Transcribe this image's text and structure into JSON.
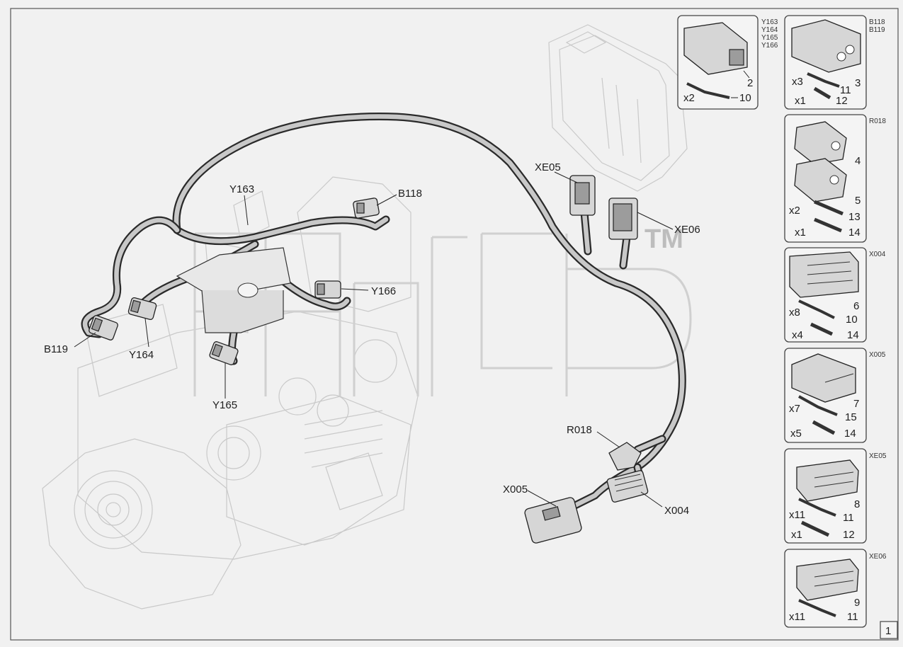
{
  "callouts": {
    "y163": "Y163",
    "b118": "B118",
    "xe05": "XE05",
    "xe06": "XE06",
    "y166": "Y166",
    "b119": "B119",
    "y164": "Y164",
    "y165": "Y165",
    "r018": "R018",
    "x005": "X005",
    "x004": "X004"
  },
  "watermark": {
    "tm": "TM"
  },
  "panels": [
    {
      "tags": [
        "Y163",
        "Y164",
        "Y165",
        "Y166"
      ],
      "items": [
        {
          "qty": "",
          "num": "2"
        },
        {
          "qty": "x2",
          "num": "10"
        }
      ]
    },
    {
      "tags": [
        "B118",
        "B119"
      ],
      "items": [
        {
          "qty": "",
          "num": "3"
        },
        {
          "qty": "x3",
          "num": "11"
        },
        {
          "qty": "x1",
          "num": "12"
        }
      ]
    },
    {
      "tags": [
        "R018"
      ],
      "items": [
        {
          "qty": "",
          "num": "4"
        },
        {
          "qty": "",
          "num": "5"
        },
        {
          "qty": "x2",
          "num": "13"
        },
        {
          "qty": "x1",
          "num": "14"
        }
      ]
    },
    {
      "tags": [
        "X004"
      ],
      "items": [
        {
          "qty": "",
          "num": "6"
        },
        {
          "qty": "x8",
          "num": "10"
        },
        {
          "qty": "x4",
          "num": "14"
        }
      ]
    },
    {
      "tags": [
        "X005"
      ],
      "items": [
        {
          "qty": "",
          "num": "7"
        },
        {
          "qty": "x7",
          "num": "15"
        },
        {
          "qty": "x5",
          "num": "14"
        }
      ]
    },
    {
      "tags": [
        "XE05"
      ],
      "items": [
        {
          "qty": "",
          "num": "8"
        },
        {
          "qty": "x11",
          "num": "11"
        },
        {
          "qty": "x1",
          "num": "12"
        }
      ]
    },
    {
      "tags": [
        "XE06"
      ],
      "items": [
        {
          "qty": "",
          "num": "9"
        },
        {
          "qty": "x11",
          "num": "11"
        }
      ]
    }
  ],
  "page_number": "1"
}
